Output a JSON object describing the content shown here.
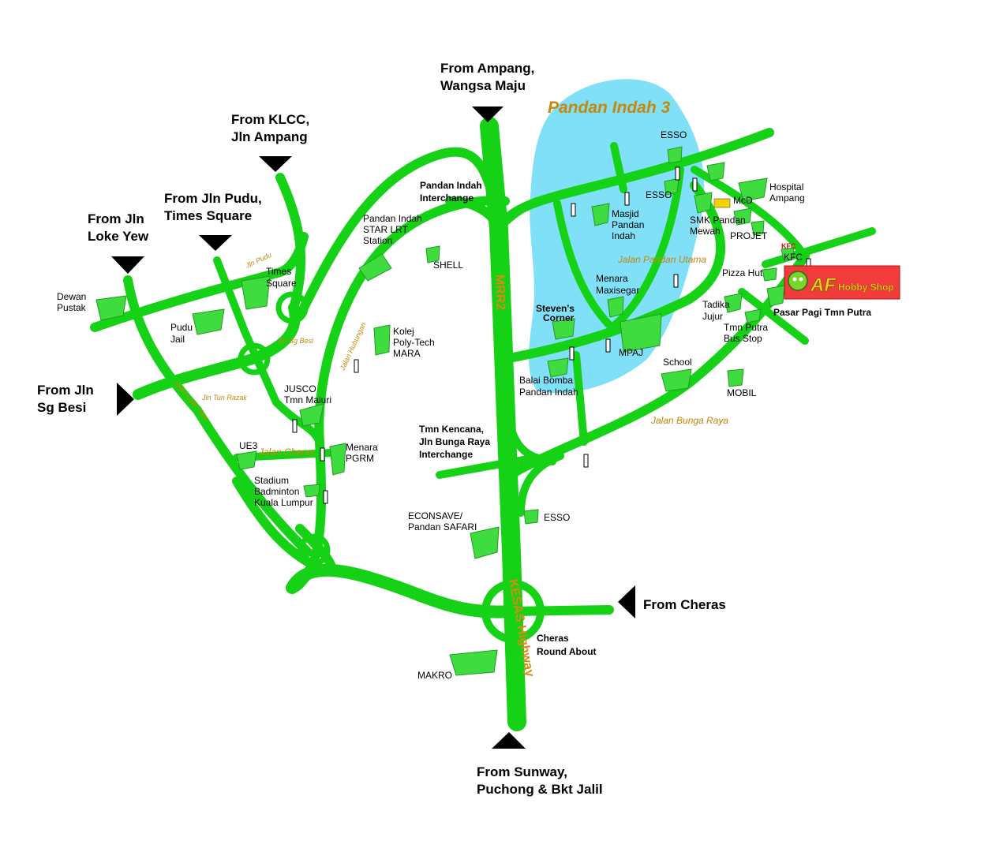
{
  "lake": {
    "name": "Pandan Indah 3",
    "color": "#7fe0f7"
  },
  "colors": {
    "road": "#16d216",
    "building": "#3fdc3f",
    "shop_bg": "#f23b3b",
    "highway_label": "#d98a14"
  },
  "entries": {
    "ampang": [
      "From Ampang,",
      "Wangsa Maju"
    ],
    "klcc": [
      "From KLCC,",
      "Jln Ampang"
    ],
    "pudu": [
      "From Jln Pudu,",
      "Times Square"
    ],
    "loke_yew": [
      "From Jln",
      "Loke Yew"
    ],
    "sg_besi": [
      "From Jln",
      "Sg Besi"
    ],
    "cheras": "From Cheras",
    "sunway": [
      "From Sunway,",
      "Puchong & Bkt Jalil"
    ]
  },
  "roads": {
    "mrr2": "MRR2",
    "kesas": "KESAS Highway",
    "jalan_pandan_utama": "Jalan Pandan Utama",
    "jalan_bunga_raya": "Jalan Bunga Raya",
    "jalan_cheras": "Jalan Cheras",
    "jln_sg_besi": "Jln Sg Besi",
    "jln_tun_razak": "Jln Tun Razak",
    "jln_pudu": "Jln Pudu",
    "loke_yew": "Jalan Loke Yew",
    "jalan_hubungan": "Jalan Hubungan"
  },
  "interchanges": {
    "pandan_indah": [
      "Pandan Indah",
      "Interchange"
    ],
    "tmn_kencana": [
      "Tmn Kencana,",
      "Jln Bunga Raya",
      "Interchange"
    ],
    "cheras_roundabout": [
      "Cheras",
      "Round About"
    ]
  },
  "places": {
    "dewan_pustak": [
      "Dewan",
      "Pustak"
    ],
    "pudu_jail": [
      "Pudu",
      "Jail"
    ],
    "times_square": [
      "Times",
      "Square"
    ],
    "pandan_lrt": [
      "Pandan Indah",
      "STAR LRT",
      "Station"
    ],
    "shell": "SHELL",
    "kolej": [
      "Kolej",
      "Poly-Tech",
      "MARA"
    ],
    "jusco": [
      "JUSCO",
      "Tmn Maluri"
    ],
    "ue3": "UE3",
    "menara_pgrm": [
      "Menara",
      "PGRM"
    ],
    "stadium": [
      "Stadium",
      "Badminton",
      "Kuala Lumpur"
    ],
    "econsave": [
      "ECONSAVE/",
      "Pandan SAFARI"
    ],
    "esso_south": "ESSO",
    "makro": "MAKRO",
    "stevens_corner": [
      "Steven's",
      "Corner"
    ],
    "balai_bomba": [
      "Balai Bomba",
      "Pandan Indah"
    ],
    "masjid": [
      "Masjid",
      "Pandan",
      "Indah"
    ],
    "menara_maxisegar": [
      "Menara",
      "Maxisegar"
    ],
    "mpaj": "MPAJ",
    "esso_top": "ESSO",
    "esso_mid": "ESSO",
    "smk": [
      "SMK Pandan",
      "Mewah"
    ],
    "mcd": "McD",
    "projet": "PROJET",
    "hospital": [
      "Hospital",
      "Ampang"
    ],
    "kfc": "KFC",
    "kfc_logo": "KFC",
    "pizza_hut": "Pizza Hut",
    "tadika": [
      "Tadika",
      "Jujur"
    ],
    "bus_stop": [
      "Tmn Putra",
      "Bus Stop"
    ],
    "pasar_pagi": "Pasar Pagi Tmn Putra",
    "school": "School",
    "mobil": "MOBIL"
  },
  "shop": {
    "brand": "AF",
    "name": "Hobby Shop"
  }
}
